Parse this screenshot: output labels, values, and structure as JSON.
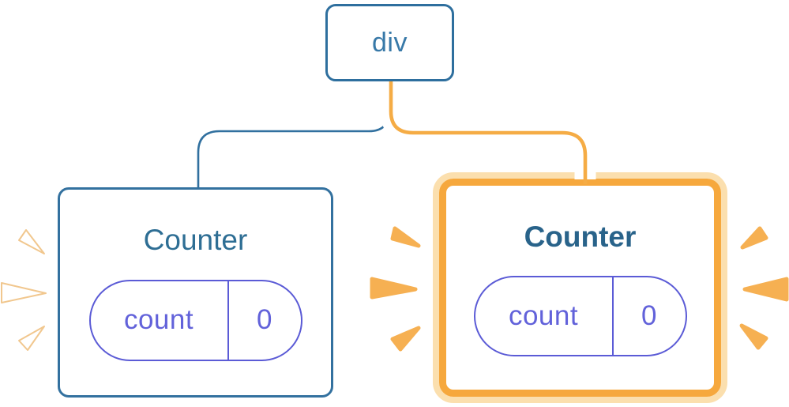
{
  "diagram_title": "component-tree-state-diagram",
  "tree": {
    "root": {
      "label": "div"
    },
    "children": [
      {
        "title": "Counter",
        "state_key": "count",
        "state_value": "0",
        "highlighted": false
      },
      {
        "title": "Counter",
        "state_key": "count",
        "state_value": "0",
        "highlighted": true
      }
    ]
  },
  "icons": {
    "left_burst": "burst-spark-icon (white, x3)",
    "inner_burst": "burst-spark-icon (orange, x3)",
    "right_burst": "burst-spark-icon (orange, x3)"
  },
  "colors": {
    "node_border_blue": "#2E6F9E",
    "node_text_blue": "#3879A8",
    "edge_blue": "#31709F",
    "edge_orange": "#F5AC45",
    "edge_casing_white": "#FFFFFF",
    "counter_title_blue": "#2E6E94",
    "counter_title_blue_bold": "#29638A",
    "pill_border_purple": "#5B5BD6",
    "pill_text_purple": "#6262DA",
    "highlight_border_orange": "#F6A83D",
    "highlight_glow_orange": "#FBDFAE",
    "spark_orange": "#F6B052",
    "spark_white_fill": "#FFFFFF"
  }
}
